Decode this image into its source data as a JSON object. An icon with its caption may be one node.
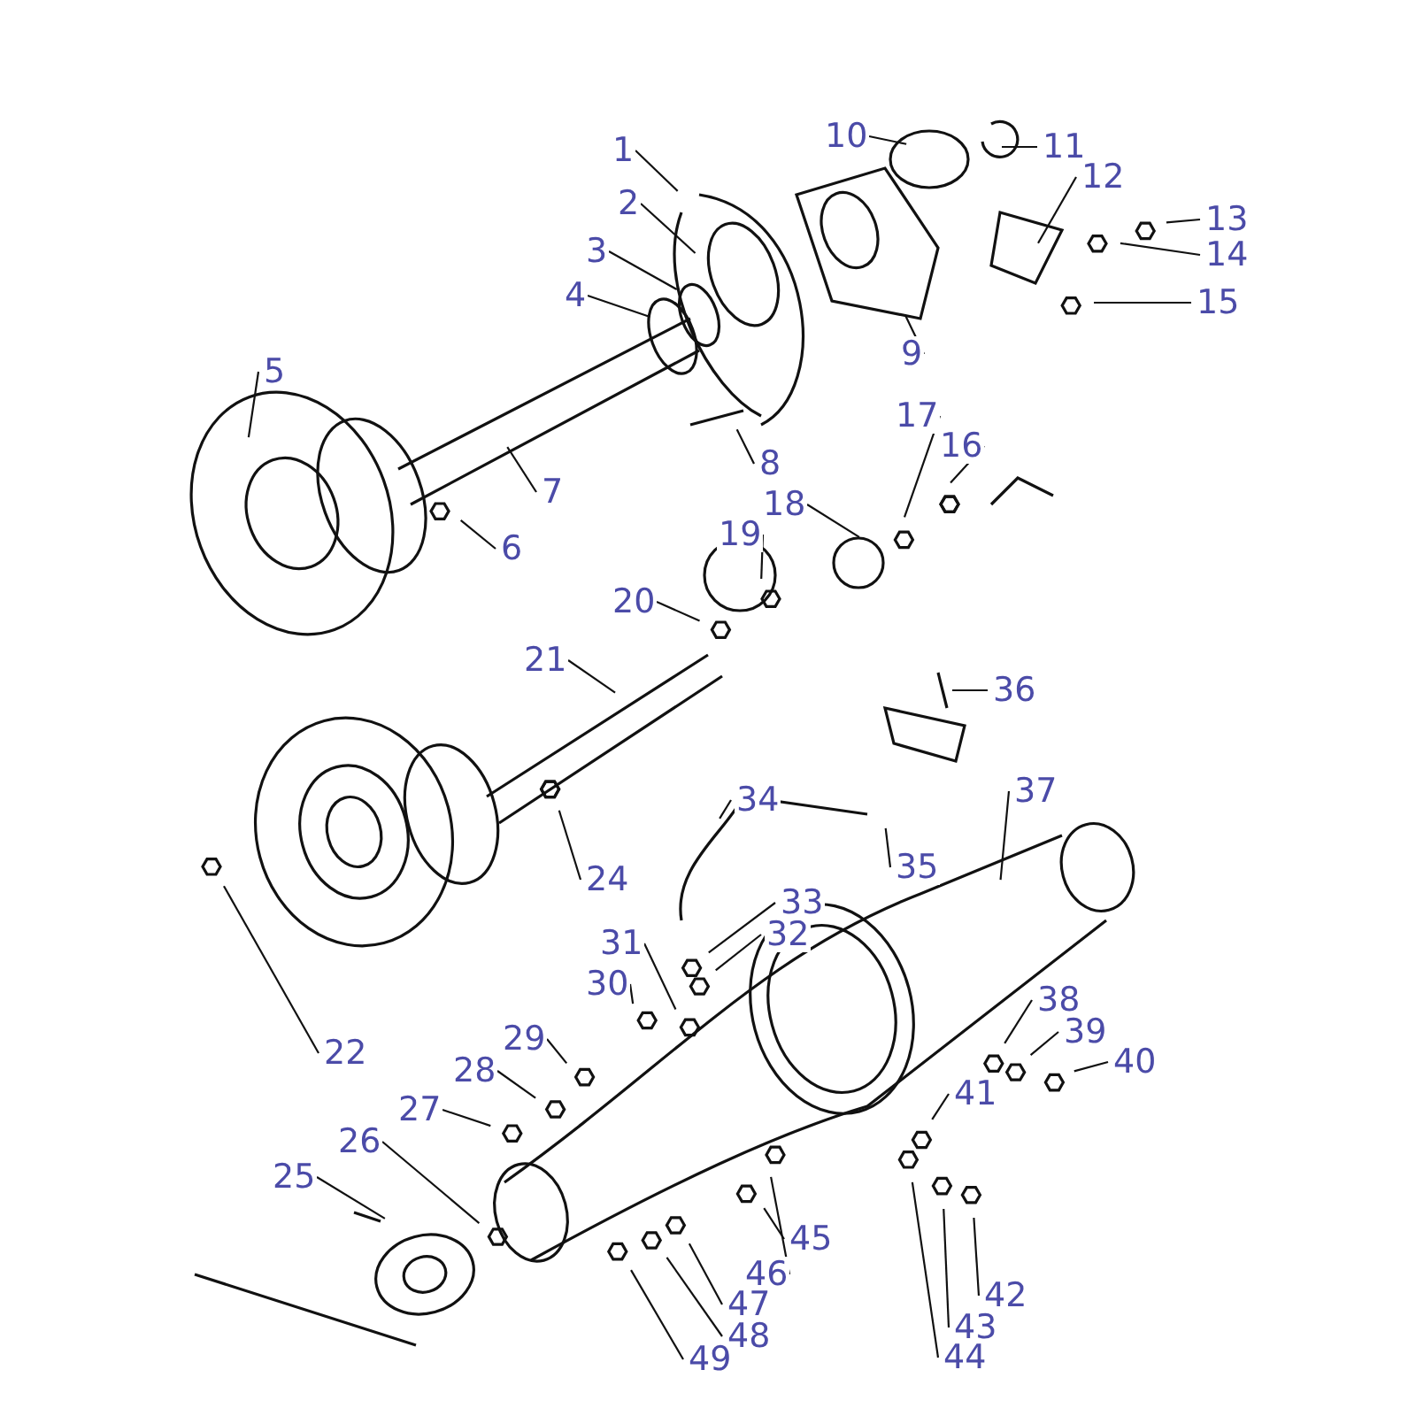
{
  "diagram": {
    "nodes": [
      {
        "text": [
          "1"
        ]
      },
      {
        "text": [
          "2"
        ]
      },
      {
        "text": [
          "3"
        ]
      },
      {
        "text": [
          "4"
        ]
      },
      {
        "text": [
          "5"
        ]
      },
      {
        "text": [
          "6"
        ]
      },
      {
        "text": [
          "7"
        ]
      },
      {
        "text": [
          "8"
        ]
      },
      {
        "text": [
          "9"
        ]
      },
      {
        "text": [
          "10"
        ]
      },
      {
        "text": [
          "11"
        ]
      },
      {
        "text": [
          "12"
        ]
      },
      {
        "text": [
          "13"
        ]
      },
      {
        "text": [
          "14"
        ]
      },
      {
        "text": [
          "15"
        ]
      },
      {
        "text": [
          "16"
        ]
      },
      {
        "text": [
          "17"
        ]
      },
      {
        "text": [
          "18"
        ]
      },
      {
        "text": [
          "19"
        ]
      },
      {
        "text": [
          "20"
        ]
      },
      {
        "text": [
          "21"
        ]
      },
      {
        "text": [
          "22"
        ]
      },
      {
        "text": [
          "24"
        ]
      },
      {
        "text": [
          "25"
        ]
      },
      {
        "text": [
          "26"
        ]
      },
      {
        "text": [
          "27"
        ]
      },
      {
        "text": [
          "28"
        ]
      },
      {
        "text": [
          "29"
        ]
      },
      {
        "text": [
          "30"
        ]
      },
      {
        "text": [
          "31"
        ]
      },
      {
        "text": [
          "32"
        ]
      },
      {
        "text": [
          "33"
        ]
      },
      {
        "text": [
          "34"
        ]
      },
      {
        "text": [
          "35"
        ]
      },
      {
        "text": [
          "36"
        ]
      },
      {
        "text": [
          "37"
        ]
      },
      {
        "text": [
          "38"
        ]
      },
      {
        "text": [
          "39"
        ]
      },
      {
        "text": [
          "40"
        ]
      },
      {
        "text": [
          "41"
        ]
      },
      {
        "text": [
          "42"
        ]
      },
      {
        "text": [
          "43"
        ]
      },
      {
        "text": [
          "44"
        ]
      },
      {
        "text": [
          "45"
        ]
      },
      {
        "text": [
          "46"
        ]
      },
      {
        "text": [
          "47"
        ]
      },
      {
        "text": [
          "48"
        ]
      },
      {
        "text": [
          "49"
        ]
      }
    ],
    "edges": [
      {
        "from": 0,
        "to": null,
        "arrow": "none"
      },
      {
        "from": 1,
        "to": null,
        "arrow": "none"
      },
      {
        "from": 2,
        "to": null,
        "arrow": "none"
      },
      {
        "from": 3,
        "to": null,
        "arrow": "none"
      },
      {
        "from": 4,
        "to": null,
        "arrow": "none"
      },
      {
        "from": 5,
        "to": null,
        "arrow": "none"
      },
      {
        "from": 6,
        "to": null,
        "arrow": "none"
      },
      {
        "from": 7,
        "to": null,
        "arrow": "none"
      },
      {
        "from": 8,
        "to": null,
        "arrow": "none"
      },
      {
        "from": 9,
        "to": null,
        "arrow": "none"
      },
      {
        "from": 10,
        "to": null,
        "arrow": "none"
      },
      {
        "from": 11,
        "to": null,
        "arrow": "none"
      },
      {
        "from": 12,
        "to": null,
        "arrow": "none"
      },
      {
        "from": 13,
        "to": null,
        "arrow": "none"
      },
      {
        "from": 14,
        "to": null,
        "arrow": "none"
      },
      {
        "from": 15,
        "to": null,
        "arrow": "none"
      },
      {
        "from": 16,
        "to": null,
        "arrow": "none"
      },
      {
        "from": 17,
        "to": null,
        "arrow": "none"
      },
      {
        "from": 18,
        "to": null,
        "arrow": "none"
      },
      {
        "from": 19,
        "to": null,
        "arrow": "none"
      },
      {
        "from": 20,
        "to": null,
        "arrow": "none"
      },
      {
        "from": 21,
        "to": null,
        "arrow": "none"
      },
      {
        "from": 22,
        "to": null,
        "arrow": "none"
      },
      {
        "from": 23,
        "to": null,
        "arrow": "none"
      },
      {
        "from": 24,
        "to": null,
        "arrow": "none"
      },
      {
        "from": 25,
        "to": null,
        "arrow": "none"
      },
      {
        "from": 26,
        "to": null,
        "arrow": "none"
      },
      {
        "from": 27,
        "to": null,
        "arrow": "none"
      },
      {
        "from": 28,
        "to": null,
        "arrow": "none"
      },
      {
        "from": 29,
        "to": null,
        "arrow": "none"
      },
      {
        "from": 30,
        "to": null,
        "arrow": "none"
      },
      {
        "from": 31,
        "to": null,
        "arrow": "none"
      },
      {
        "from": 32,
        "to": null,
        "arrow": "none"
      },
      {
        "from": 33,
        "to": null,
        "arrow": "none"
      },
      {
        "from": 34,
        "to": null,
        "arrow": "none"
      },
      {
        "from": 35,
        "to": null,
        "arrow": "none"
      },
      {
        "from": 36,
        "to": null,
        "arrow": "none"
      },
      {
        "from": 37,
        "to": null,
        "arrow": "none"
      },
      {
        "from": 38,
        "to": null,
        "arrow": "none"
      },
      {
        "from": 39,
        "to": null,
        "arrow": "none"
      },
      {
        "from": 40,
        "to": null,
        "arrow": "none"
      },
      {
        "from": 41,
        "to": null,
        "arrow": "none"
      },
      {
        "from": 42,
        "to": null,
        "arrow": "none"
      },
      {
        "from": 43,
        "to": null,
        "arrow": "none"
      },
      {
        "from": 44,
        "to": null,
        "arrow": "none"
      },
      {
        "from": 45,
        "to": null,
        "arrow": "none"
      },
      {
        "from": 46,
        "to": null,
        "arrow": "none"
      },
      {
        "from": 47,
        "to": null,
        "arrow": "none"
      }
    ]
  }
}
